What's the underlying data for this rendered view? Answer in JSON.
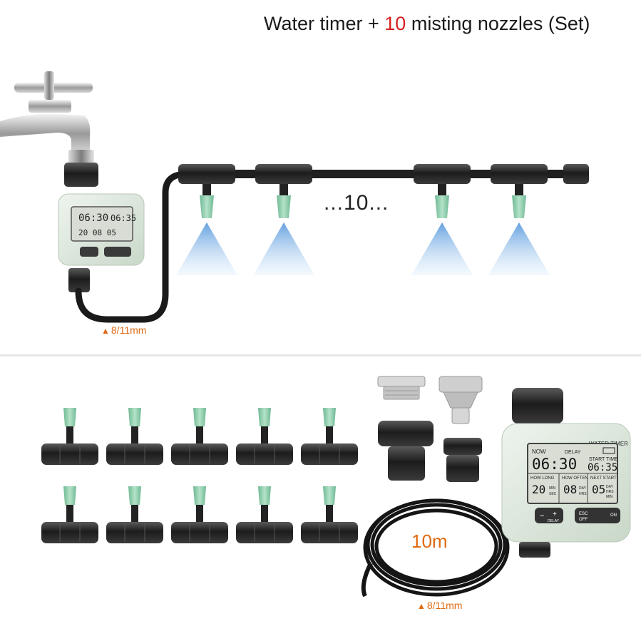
{
  "title": {
    "prefix": "Water timer + ",
    "count": "10",
    "suffix": " misting nozzles (Set)"
  },
  "diagram": {
    "nozzle_count_label": "...10...",
    "tube_spec_top": "8/11mm",
    "tube_spec_bottom": "8/11mm",
    "tube_length": "10m"
  },
  "timer": {
    "brand": "WATER TIMER",
    "now_label": "NOW",
    "delay_label": "DELAY",
    "now_time": "06:30",
    "start_time_label": "START TIME",
    "start_time": "06:35",
    "how_long_label": "HOW LONG",
    "how_long_value": "20",
    "how_long_unit_1": "MIN",
    "how_long_unit_2": "SEC",
    "how_often_label": "HOW OFTEN",
    "how_often_value": "08",
    "how_often_unit_1": "DAY",
    "how_often_unit_2": "HRS",
    "next_start_label": "NEXT START",
    "next_start_value": "05",
    "next_start_unit_1": "DAY",
    "next_start_unit_2": "HRS",
    "next_start_unit_3": "MIN",
    "btn_minus": "−",
    "btn_plus": "+",
    "btn_delay": "DELAY",
    "btn_esc": "ESC",
    "btn_off": "OFF",
    "btn_on": "ON"
  },
  "colors": {
    "nozzle_tip": "#8fcfae",
    "timer_body": "#dce8dc",
    "spray": "#9ec9f0",
    "accent_spec": "#e06a12",
    "accent_count": "#d62020"
  }
}
